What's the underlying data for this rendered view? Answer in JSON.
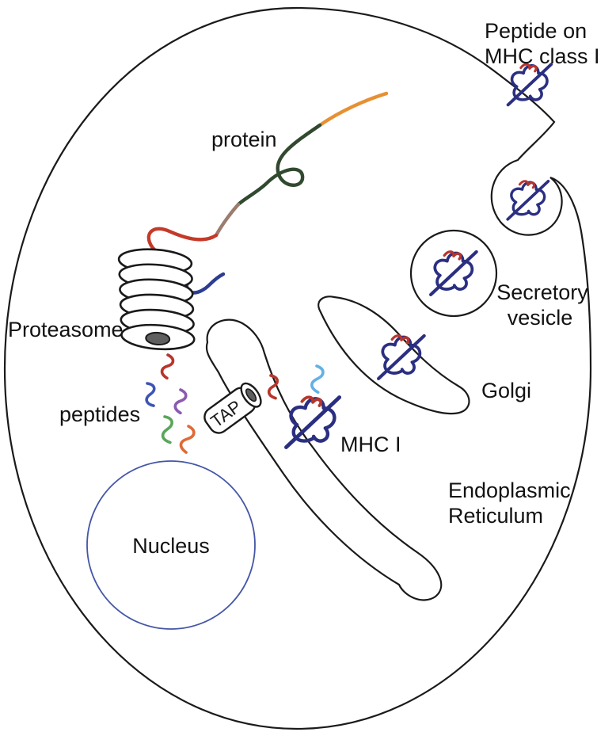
{
  "figure": {
    "type": "cell-biology-diagram",
    "subject": "MHC class I antigen presentation pathway inside a cell",
    "labels": {
      "peptide_on_mhc_line1": "Peptide on",
      "peptide_on_mhc_line2": "MHC class I",
      "protein": "protein",
      "proteasome": "Proteasome",
      "peptides": "peptides",
      "tap": "TAP",
      "mhc_i": "MHC I",
      "nucleus": "Nucleus",
      "endoplasmic_line1": "Endoplasmic",
      "endoplasmic_line2": "Reticulum",
      "golgi": "Golgi",
      "secretory_line1": "Secretory",
      "secretory_line2": "vesicle"
    },
    "colors": {
      "outline": "#1a1a1a",
      "nucleus_stroke": "#4456a6",
      "mhc_blue": "#2b2f82",
      "peptide_red": "#b8352c",
      "protein_orange": "#e79033",
      "protein_green": "#31492f",
      "protein_brown": "#9b7c6d",
      "protein_red": "#c43a2a",
      "protein_blue": "#2c3d92",
      "peptide_blue": "#3c55b4",
      "peptide_purple": "#8a5bb0",
      "peptide_green": "#5aa65a",
      "peptide_orange": "#e06a35",
      "peptide_lightblue": "#63b1e5",
      "proteasome_hole": "#5f5f5f"
    },
    "icons": [
      {
        "name": "mhc-on-membrane-icon",
        "meaning": "peptide-loaded MHC class I on cell surface"
      },
      {
        "name": "mhc-in-membrane-pocket-icon",
        "meaning": "MHC class I in fusing vesicle at membrane"
      },
      {
        "name": "mhc-in-secretory-vesicle-icon",
        "meaning": "MHC class I inside secretory vesicle"
      },
      {
        "name": "mhc-in-golgi-icon",
        "meaning": "MHC class I inside Golgi"
      },
      {
        "name": "mhc-in-er-icon",
        "meaning": "MHC class I inside endoplasmic reticulum"
      }
    ]
  }
}
